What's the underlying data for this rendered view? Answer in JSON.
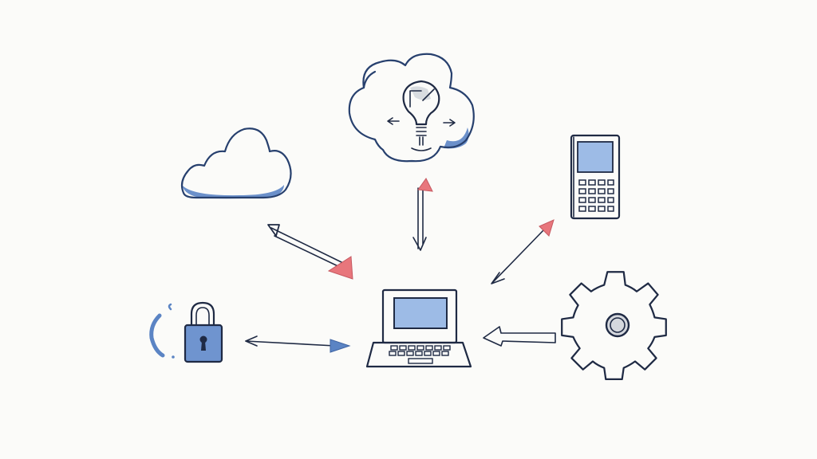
{
  "colors": {
    "background": "#fbfbf9",
    "ink": "#1f2a44",
    "navy": "#27406e",
    "blue_fill": "#5b84c4",
    "light_blue_fill": "#9dbbe6",
    "red_arrowhead": "#e8767c"
  },
  "nodes": [
    {
      "id": "laptop",
      "icon": "laptop-icon",
      "role": "center"
    },
    {
      "id": "cloud-left",
      "icon": "cloud-icon"
    },
    {
      "id": "cloud-top",
      "icon": "cloud-with-lightbulb-icon"
    },
    {
      "id": "device",
      "icon": "calculator-device-icon"
    },
    {
      "id": "lock",
      "icon": "padlock-icon"
    },
    {
      "id": "gear",
      "icon": "gear-icon"
    }
  ],
  "connections": [
    {
      "from": "cloud-left",
      "to": "laptop",
      "direction": "bidirectional",
      "head_color": "red"
    },
    {
      "from": "cloud-top",
      "to": "laptop",
      "direction": "bidirectional",
      "head_color": "red"
    },
    {
      "from": "device",
      "to": "laptop",
      "direction": "bidirectional",
      "head_color": "red"
    },
    {
      "from": "lock",
      "to": "laptop",
      "direction": "bidirectional",
      "head_color": "blue"
    },
    {
      "from": "gear",
      "to": "laptop",
      "direction": "to-laptop",
      "head_color": "none"
    }
  ]
}
